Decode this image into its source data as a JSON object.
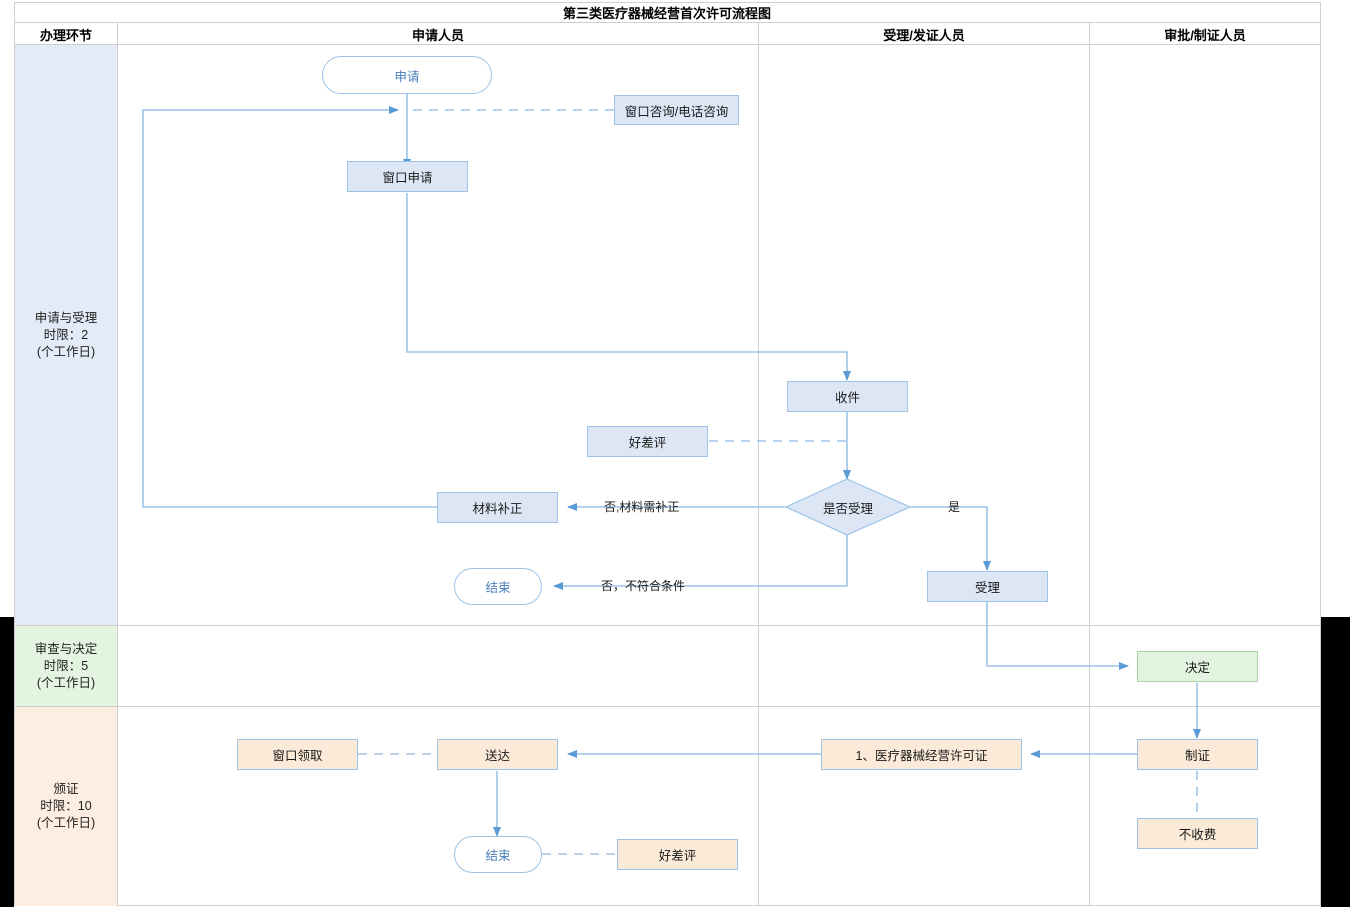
{
  "header": {
    "title": "第三类医疗器械经营首次许可流程图",
    "columns": [
      {
        "label": "办理环节"
      },
      {
        "label": "申请人员"
      },
      {
        "label": "受理/发证人员"
      },
      {
        "label": "审批/制证人员"
      }
    ]
  },
  "stages": [
    {
      "name": "申请与受理",
      "limit": "时限：2",
      "unit": "(个工作日)",
      "color": "#e2ebf7"
    },
    {
      "name": "审查与决定",
      "limit": "时限：5",
      "unit": "(个工作日)",
      "color": "#e3f5e1"
    },
    {
      "name": "颁证",
      "limit": "时限：10",
      "unit": "(个工作日)",
      "color": "#fdeee1"
    }
  ],
  "nodes": {
    "apply": {
      "label": "申请"
    },
    "consult": {
      "label": "窗口咨询/电话咨询"
    },
    "window_apply": {
      "label": "窗口申请"
    },
    "receive": {
      "label": "收件"
    },
    "review_top": {
      "label": "好差评"
    },
    "decide_accept": {
      "label": "是否受理"
    },
    "material_fix": {
      "label": "材料补正"
    },
    "end_top": {
      "label": "结束"
    },
    "accepted": {
      "label": "受理"
    },
    "decision": {
      "label": "决定"
    },
    "make_cert": {
      "label": "制证"
    },
    "no_fee": {
      "label": "不收费"
    },
    "license": {
      "label": "1、医疗器械经营许可证"
    },
    "deliver": {
      "label": "送达"
    },
    "window_pickup": {
      "label": "窗口领取"
    },
    "end_bottom": {
      "label": "结束"
    },
    "review_bottom": {
      "label": "好差评"
    }
  },
  "edge_labels": {
    "yes": "是",
    "no_need_fix": "否,材料需补正",
    "no_not_qualify": "否，不符合条件"
  },
  "colors": {
    "line": "#9dc3e6",
    "node_blue_fill": "#dce6f5",
    "node_green_fill": "#e2f3e0",
    "node_peach_fill": "#fcead8",
    "terminator_text": "#4a7ebb",
    "grid": "#cfcfcf"
  }
}
